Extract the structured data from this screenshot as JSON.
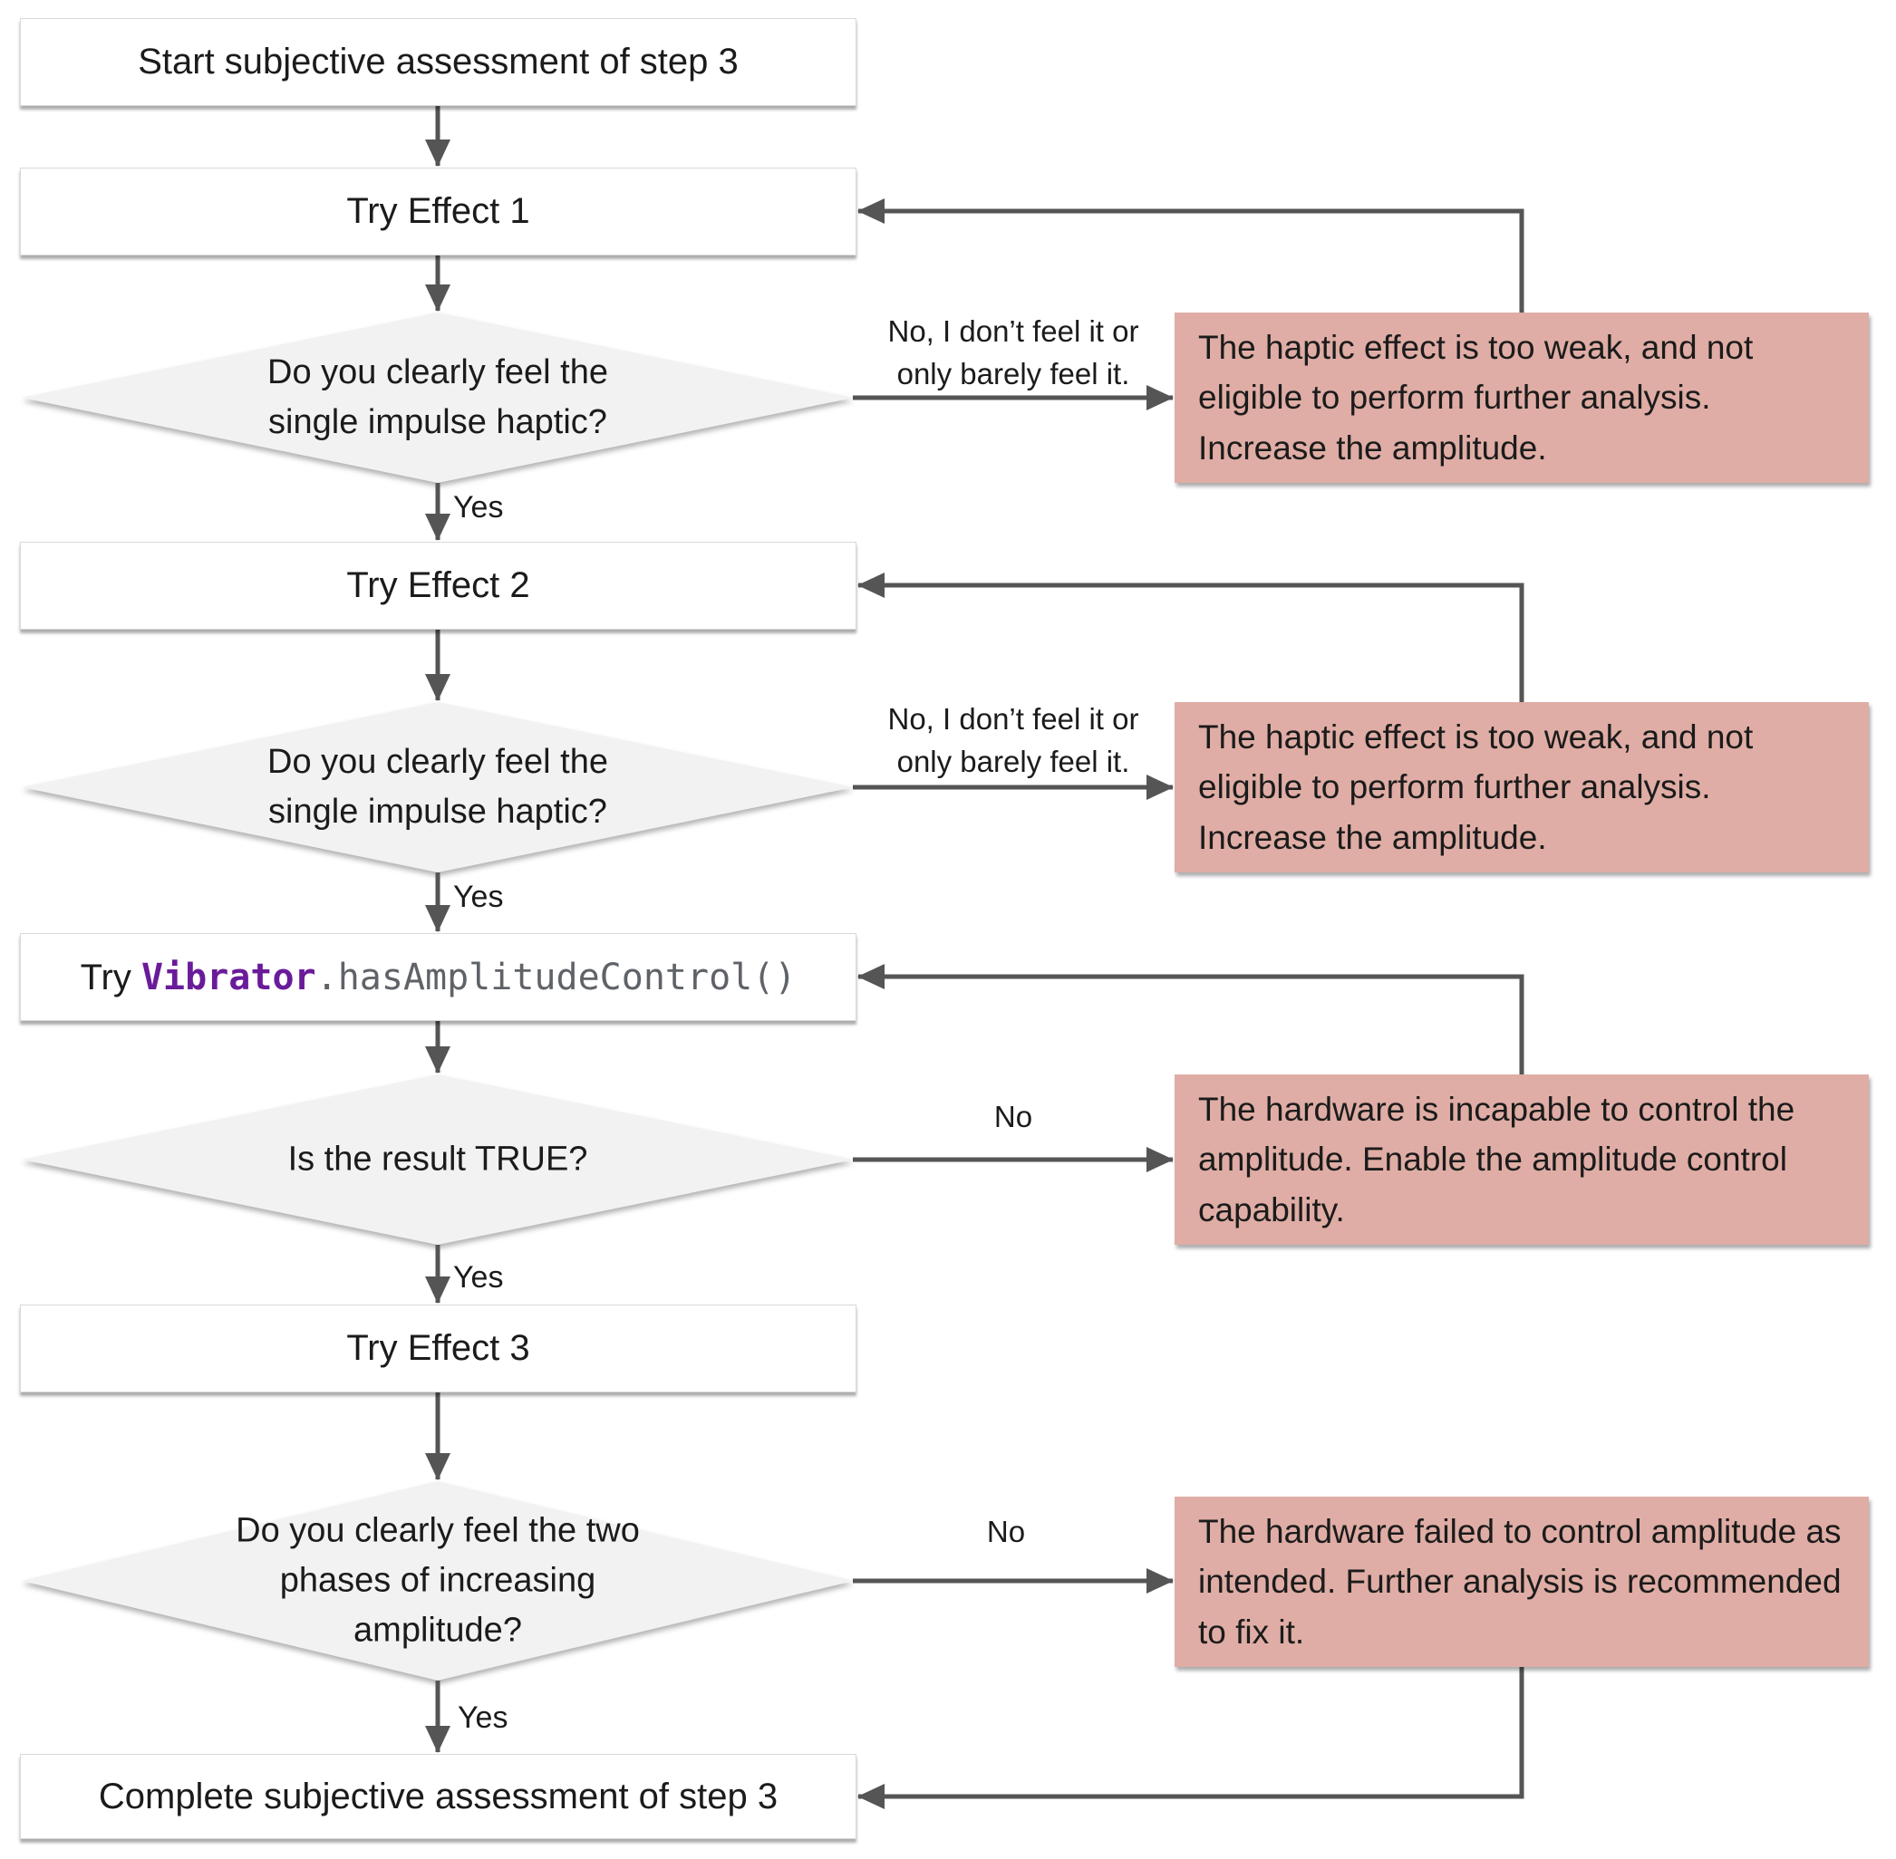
{
  "diagram": {
    "colors": {
      "node_fill": "#ffffff",
      "node_border": "#d9d9d9",
      "decision_fill": "#f2f2f2",
      "alert_fill": "#dfada5",
      "arrow": "#555555",
      "text": "#1b1b1b",
      "code_class": "#6a1b9a",
      "code_method": "#5f6368"
    },
    "nodes": {
      "start": "Start subjective assessment of step 3",
      "try_effect_1": "Try Effect 1",
      "decision_feel_1": "Do you clearly feel the single impulse haptic?",
      "try_effect_2": "Try Effect 2",
      "decision_feel_2": "Do you clearly feel the single impulse haptic?",
      "try_api": {
        "prefix": "Try ",
        "class_name": "Vibrator",
        "method": ".hasAmplitudeControl()"
      },
      "decision_result_true": "Is the result TRUE?",
      "try_effect_3": "Try Effect 3",
      "decision_two_phases": "Do you clearly feel the two phases of increasing amplitude?",
      "complete": "Complete subjective assessment of step 3",
      "alert_too_weak_1": "The haptic effect is too weak, and not eligible to perform further analysis. Increase the amplitude.",
      "alert_too_weak_2": "The haptic effect is too weak, and not eligible to perform further analysis. Increase the amplitude.",
      "alert_incapable": "The hardware is incapable to control the amplitude. Enable the amplitude control capability.",
      "alert_failed": "The hardware failed to control amplitude as intended. Further analysis is recommended to fix it."
    },
    "edge_labels": {
      "no_feel_1": "No, I don’t feel it or only barely feel it.",
      "no_feel_2": "No, I don’t feel it or only barely feel it.",
      "yes_1": "Yes",
      "yes_2": "Yes",
      "yes_3": "Yes",
      "yes_4": "Yes",
      "no_3": "No",
      "no_4": "No"
    }
  }
}
